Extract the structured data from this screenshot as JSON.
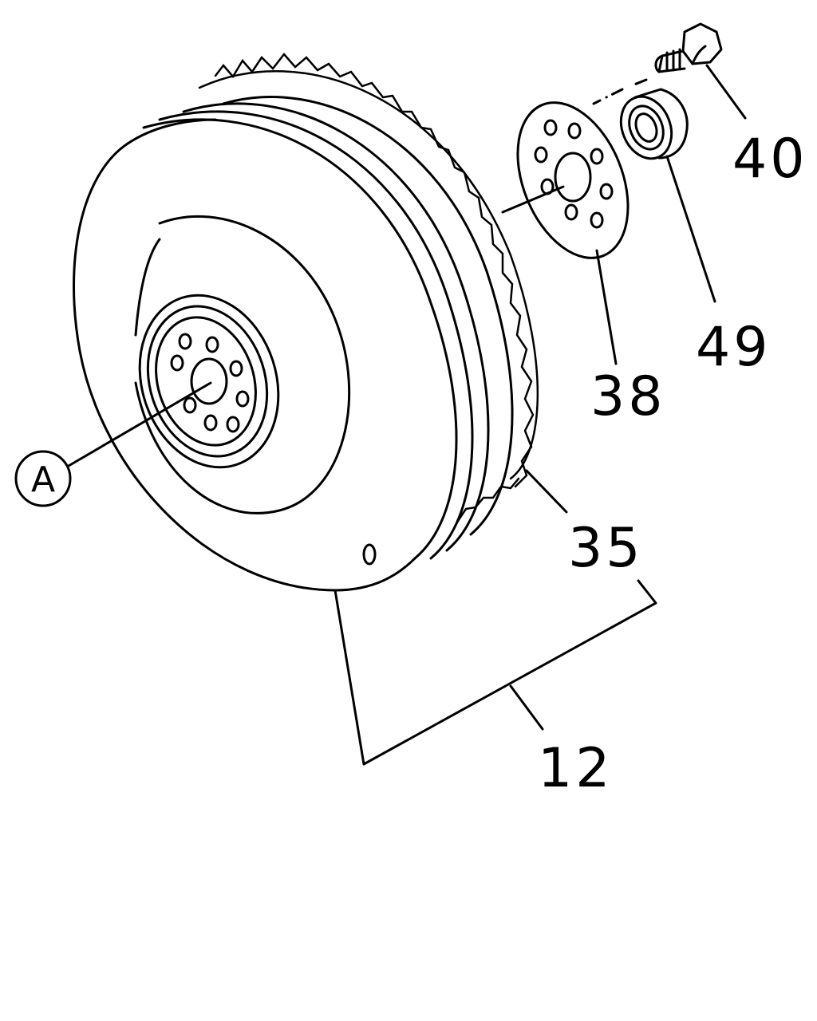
{
  "labels": {
    "part_40": "40",
    "part_49": "49",
    "part_38": "38",
    "part_35": "35",
    "part_12": "12",
    "ref_a": "A"
  },
  "icons": [
    "flywheel-icon",
    "ring-gear-icon",
    "bolt-icon",
    "bearing-icon",
    "plate-icon"
  ],
  "colors": {
    "line": "#000000",
    "background": "#ffffff"
  }
}
